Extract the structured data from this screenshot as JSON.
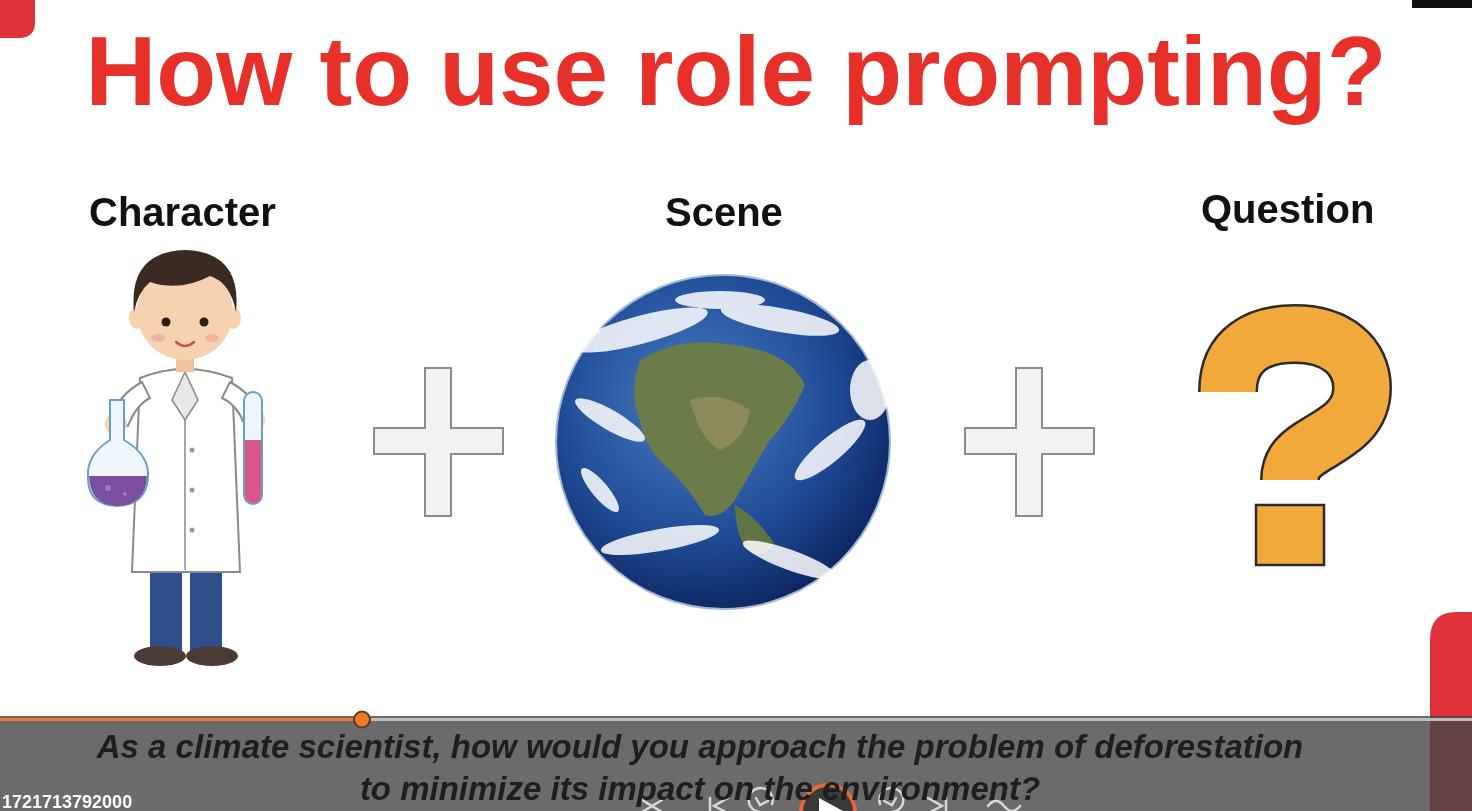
{
  "diagram": {
    "title": "How to use role prompting?",
    "caption": "As a climate scientist, how would you approach the problem of deforestation to minimize its impact on the environment?",
    "labels": [
      "Character",
      "Scene",
      "Question",
      "1721713792000"
    ]
  }
}
